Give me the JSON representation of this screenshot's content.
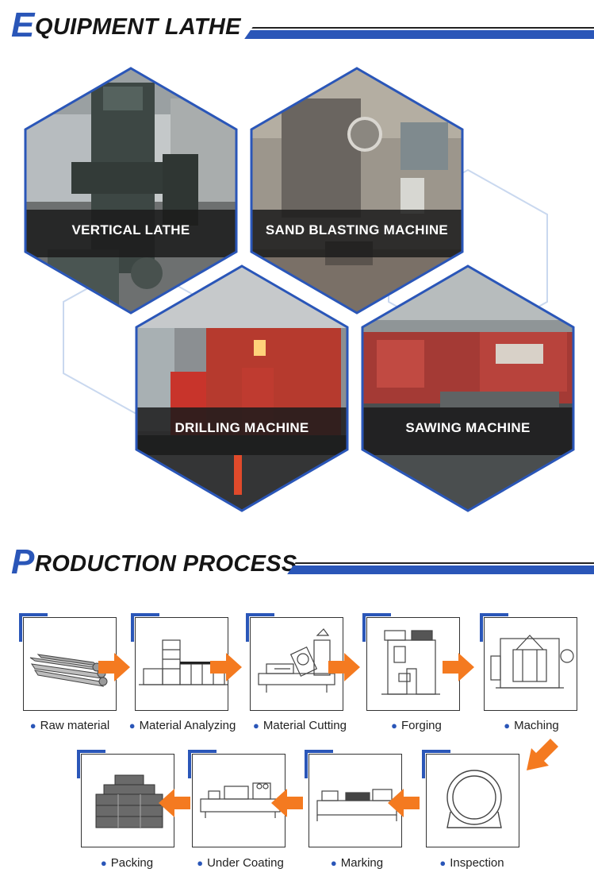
{
  "equipment_section": {
    "title_initial": "E",
    "title_rest": "QUIPMENT LATHE",
    "machines": [
      {
        "label": "VERTICAL LATHE"
      },
      {
        "label": "SAND BLASTING MACHINE"
      },
      {
        "label": "DRILLING MACHINE"
      },
      {
        "label": "SAWING MACHINE"
      }
    ]
  },
  "process_section": {
    "title_initial": "P",
    "title_rest": "RODUCTION PROCESS",
    "steps": [
      {
        "label": "Raw material",
        "icon": "raw-material-icon"
      },
      {
        "label": "Material Analyzing",
        "icon": "material-analyzing-icon"
      },
      {
        "label": "Material Cutting",
        "icon": "material-cutting-icon"
      },
      {
        "label": "Forging",
        "icon": "forging-icon"
      },
      {
        "label": "Maching",
        "icon": "maching-icon"
      },
      {
        "label": "Inspection",
        "icon": "inspection-icon"
      },
      {
        "label": "Marking",
        "icon": "marking-icon"
      },
      {
        "label": "Under Coating",
        "icon": "under-coating-icon"
      },
      {
        "label": "Packing",
        "icon": "packing-icon"
      }
    ]
  },
  "colors": {
    "accent_blue": "#2a56b8",
    "arrow_orange": "#f47a20",
    "label_band": "#1b1b1b"
  }
}
